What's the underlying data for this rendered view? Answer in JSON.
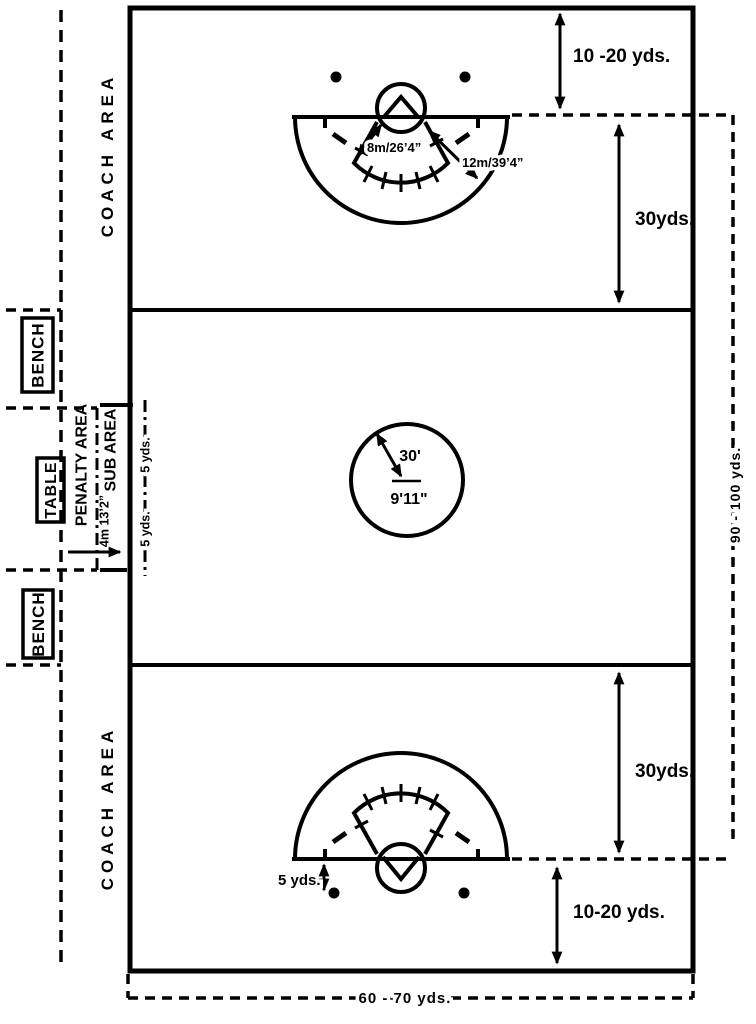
{
  "page": {
    "background": "#ffffff",
    "line_color": "#000000"
  },
  "left_panel": {
    "coach_area_top": "COACH AREA",
    "bench_top": "BENCH",
    "table": "TABLE",
    "penalty_area": "PENALTY AREA",
    "sub_area": "SUB AREA",
    "gate_width": "4m 13’2”",
    "sub_zone_upper": "5 yds.",
    "sub_zone_lower": "5 yds.",
    "bench_bottom": "BENCH",
    "coach_area_bottom": "COACH AREA"
  },
  "field": {
    "goal_arc_8m": "8m/26’4”",
    "goal_arc_12m": "12m/39’4”",
    "center_radius_ft": "30'",
    "center_radius_alt": "9'11\"",
    "goal_dot_offset": "5 yds."
  },
  "dimensions": {
    "top_end_zone": "10 -20 yds.",
    "top_attack_zone": "30yds.",
    "bottom_attack_zone": "30yds.",
    "bottom_end_zone": "10-20 yds.",
    "field_length": "90 - 100 yds.",
    "field_width": "60 - 70 yds."
  }
}
